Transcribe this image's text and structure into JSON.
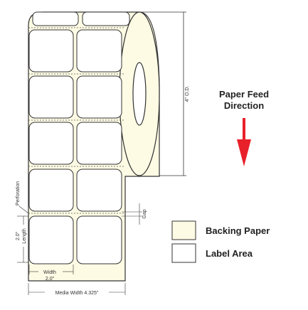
{
  "diagram": {
    "od_label": "4\" O.D.",
    "feed_line1": "Paper Feed",
    "feed_line2": "Direction",
    "perforation_label": "Perforation",
    "gap_label": "Gap",
    "length_label": "Length",
    "length_value": "2.0\"",
    "width_label": "Width",
    "width_value": "2.0\"",
    "media_width_label": "Media Width 4.325\""
  },
  "legend": {
    "backing": "Backing Paper",
    "label_area": "Label Area"
  },
  "colors": {
    "backing": "#fefbe4",
    "label": "#ffffff",
    "arrow": "#e8202a",
    "outline": "#333333"
  }
}
